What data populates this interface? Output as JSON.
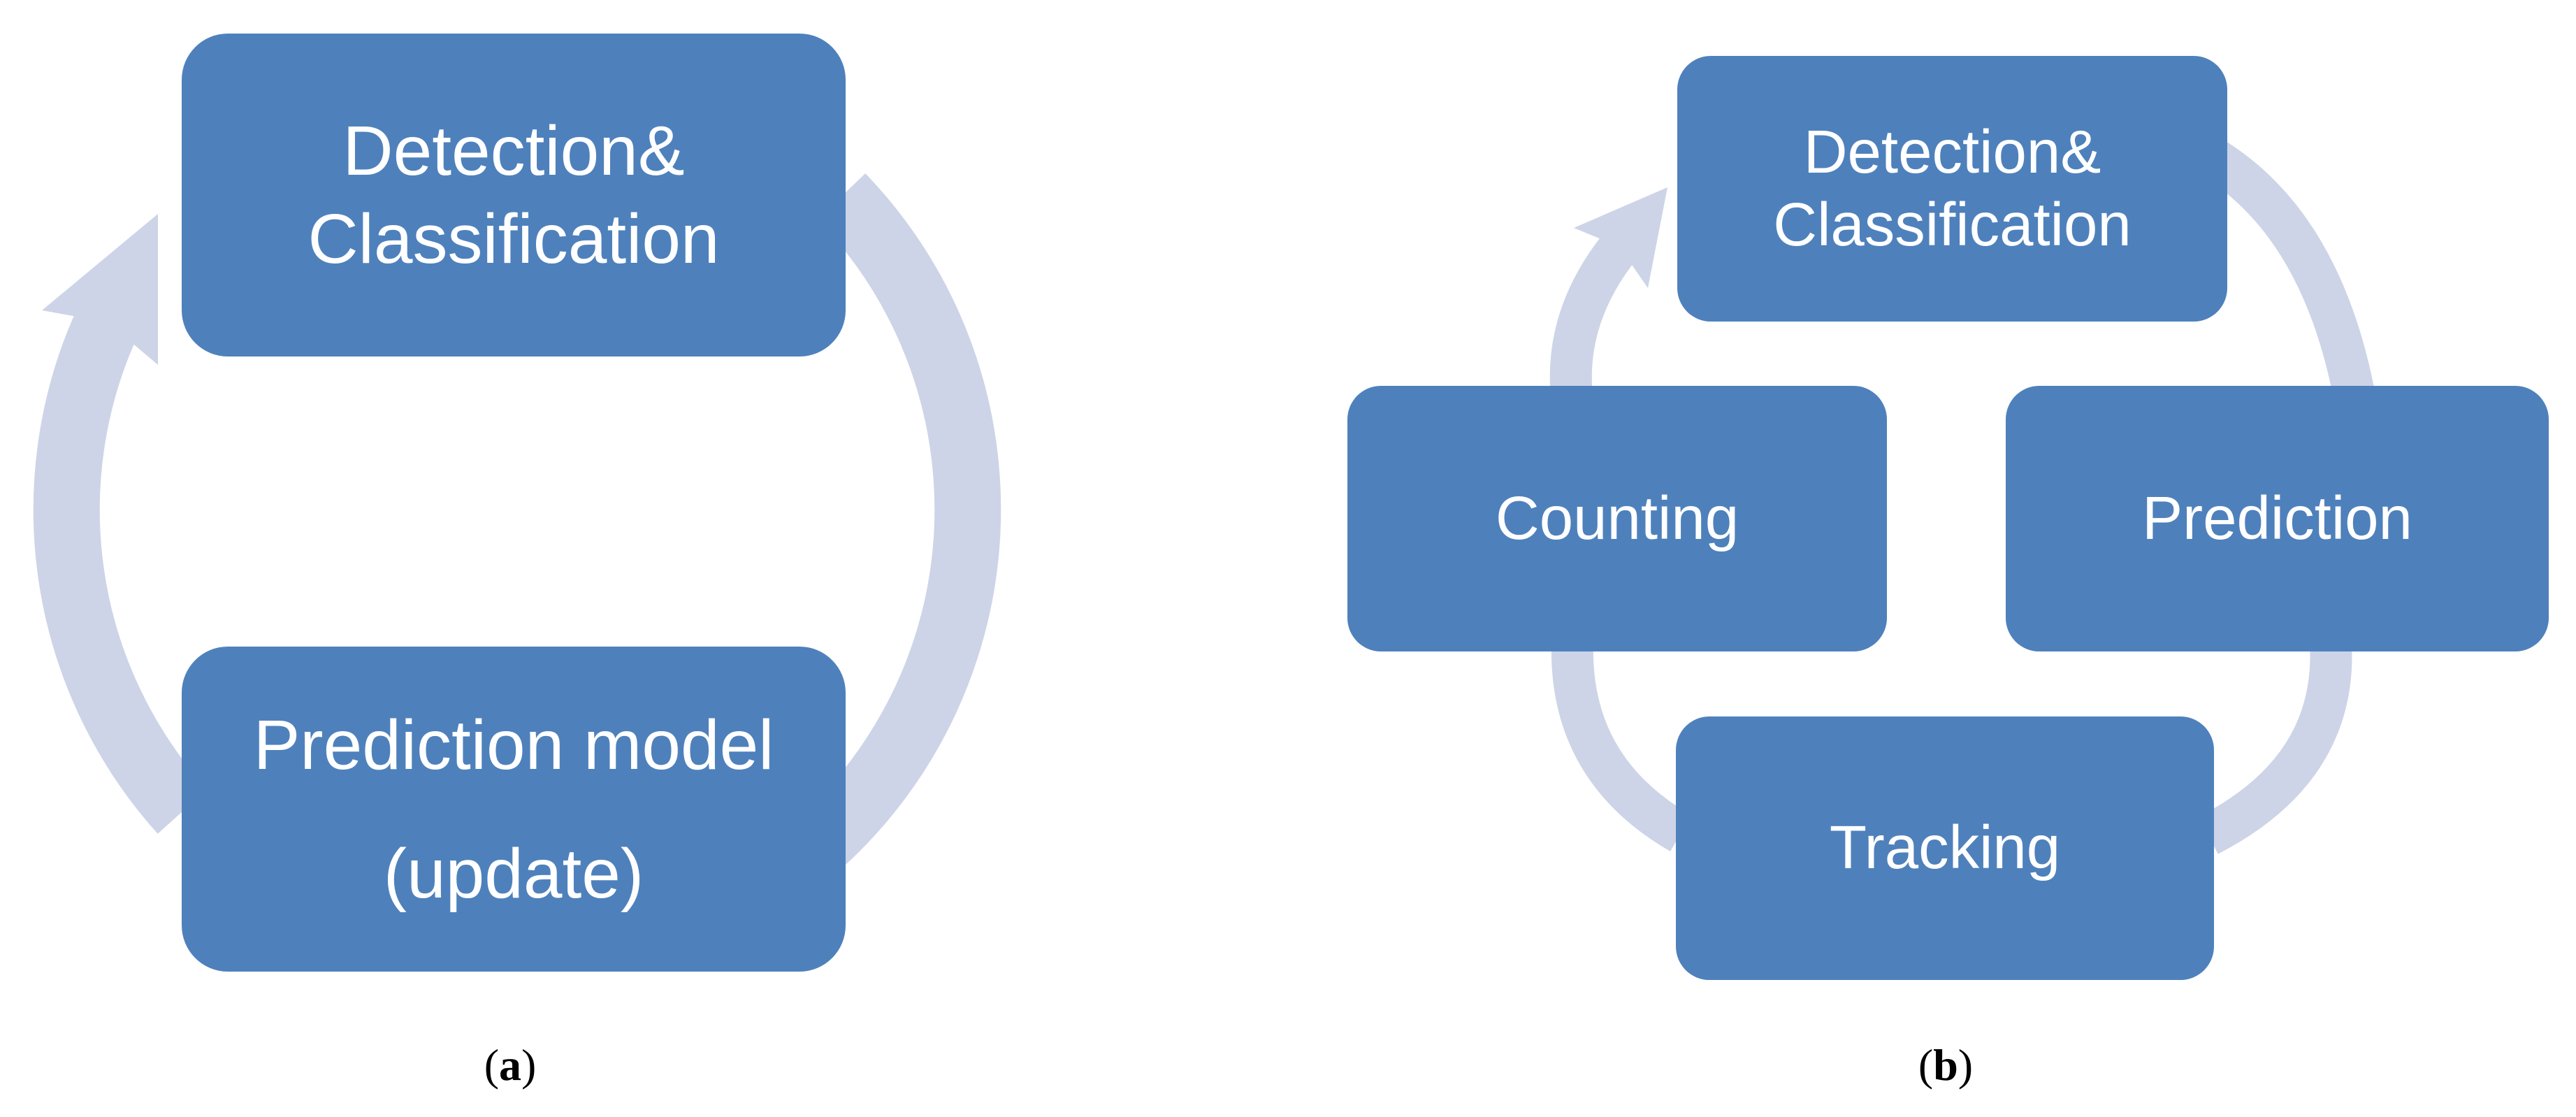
{
  "figure": {
    "colors": {
      "box_fill": "#4E81BC",
      "arrow_band": "#CDD4E7",
      "box_text": "#FFFFFF",
      "caption_text": "#000000"
    },
    "panel_a": {
      "boxes": {
        "top": {
          "line1": "Detection&",
          "line2": "Classification"
        },
        "bottom": {
          "line1": "Prediction model",
          "line2": "(update)"
        }
      },
      "caption": {
        "open": "(",
        "letter": "a",
        "close": ")"
      }
    },
    "panel_b": {
      "boxes": {
        "top": {
          "line1": "Detection&",
          "line2": "Classification"
        },
        "left": {
          "label": "Counting"
        },
        "right": {
          "label": "Prediction"
        },
        "bottom": {
          "label": "Tracking"
        }
      },
      "caption": {
        "open": "(",
        "letter": "b",
        "close": ")"
      }
    }
  }
}
